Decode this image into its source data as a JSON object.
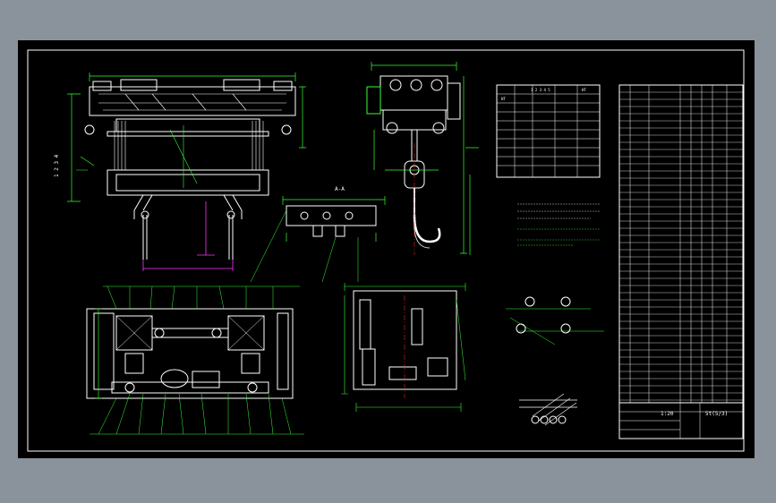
{
  "window": {
    "title": ""
  },
  "title_block": {
    "drawing_no": "5t(5/3)",
    "scale_note": "1:20",
    "sheet_label": ""
  },
  "detail_labels": {
    "center_view": "A-A",
    "hook_note": "",
    "plan_right": "",
    "bolt_pattern": "",
    "rope_detail": ""
  },
  "tech_notes": {
    "heading": "",
    "lines": [
      "",
      "",
      ""
    ],
    "green_lines": [
      "",
      ""
    ]
  },
  "colors": {
    "background": "#8a939c",
    "sheet": "#000000",
    "border": "#ffffff",
    "structure": "#ffffff",
    "dimension": "#34ff34",
    "hidden": "#ff33ff",
    "center": "#ff3333",
    "note": "#ffff33"
  }
}
